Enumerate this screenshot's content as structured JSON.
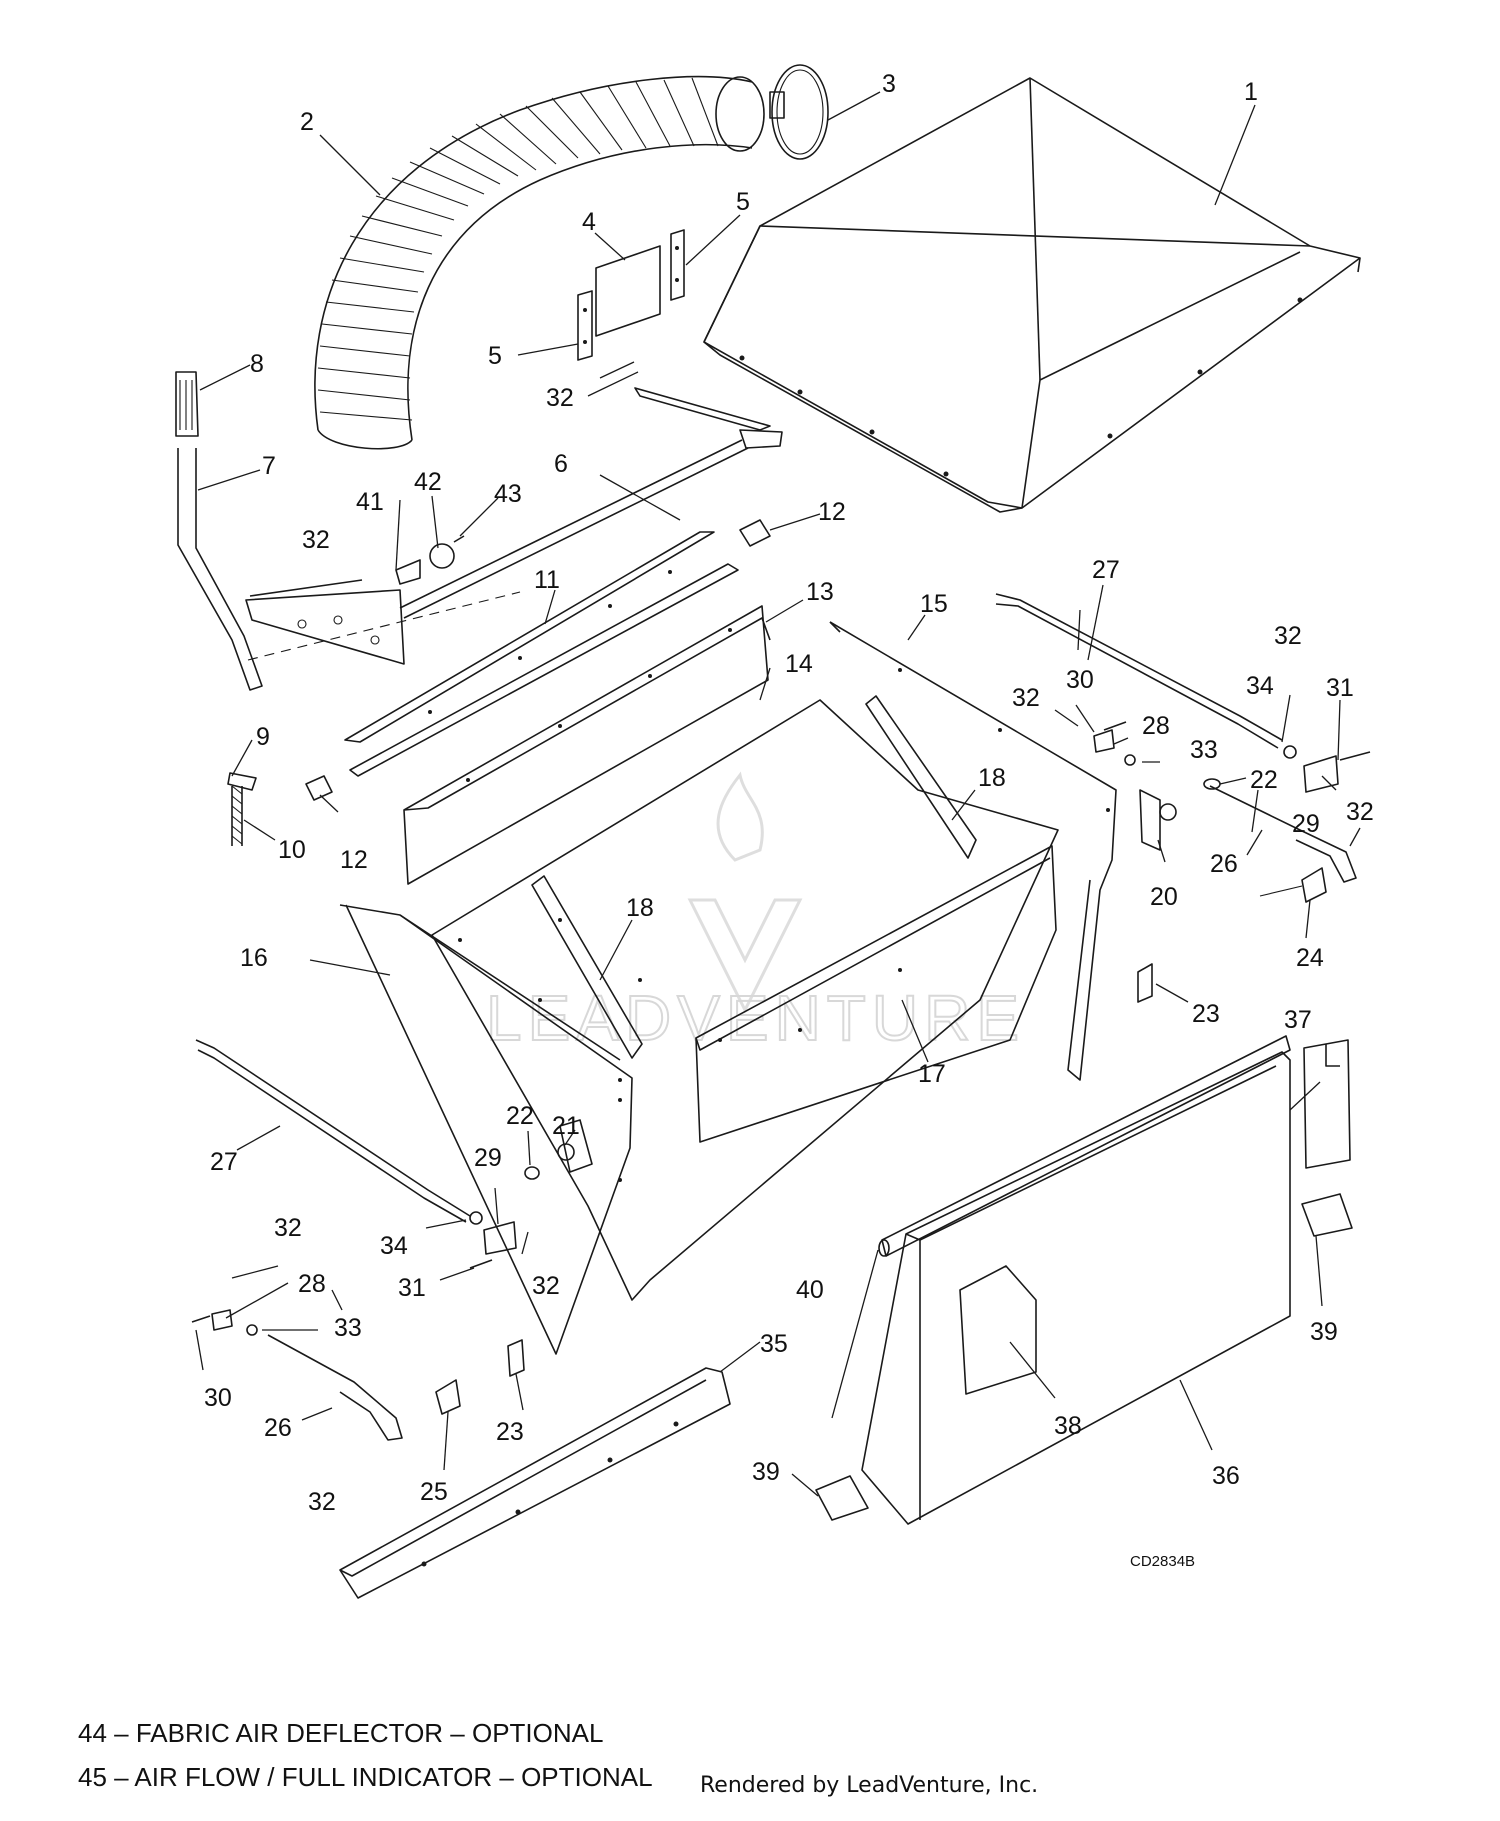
{
  "diagram": {
    "code": "CD2834B",
    "watermark": "LEADVENTURE",
    "callouts": [
      {
        "id": "c1",
        "label": "1"
      },
      {
        "id": "c2",
        "label": "2"
      },
      {
        "id": "c3",
        "label": "3"
      },
      {
        "id": "c4",
        "label": "4"
      },
      {
        "id": "c5a",
        "label": "5"
      },
      {
        "id": "c5b",
        "label": "5"
      },
      {
        "id": "c6",
        "label": "6"
      },
      {
        "id": "c7",
        "label": "7"
      },
      {
        "id": "c8",
        "label": "8"
      },
      {
        "id": "c9",
        "label": "9"
      },
      {
        "id": "c10",
        "label": "10"
      },
      {
        "id": "c11",
        "label": "11"
      },
      {
        "id": "c12a",
        "label": "12"
      },
      {
        "id": "c12b",
        "label": "12"
      },
      {
        "id": "c13",
        "label": "13"
      },
      {
        "id": "c14",
        "label": "14"
      },
      {
        "id": "c15",
        "label": "15"
      },
      {
        "id": "c16",
        "label": "16"
      },
      {
        "id": "c17",
        "label": "17"
      },
      {
        "id": "c18a",
        "label": "18"
      },
      {
        "id": "c18b",
        "label": "18"
      },
      {
        "id": "c20",
        "label": "20"
      },
      {
        "id": "c21",
        "label": "21"
      },
      {
        "id": "c22a",
        "label": "22"
      },
      {
        "id": "c22b",
        "label": "22"
      },
      {
        "id": "c23a",
        "label": "23"
      },
      {
        "id": "c23b",
        "label": "23"
      },
      {
        "id": "c24",
        "label": "24"
      },
      {
        "id": "c25",
        "label": "25"
      },
      {
        "id": "c26a",
        "label": "26"
      },
      {
        "id": "c26b",
        "label": "26"
      },
      {
        "id": "c27a",
        "label": "27"
      },
      {
        "id": "c27b",
        "label": "27"
      },
      {
        "id": "c28a",
        "label": "28"
      },
      {
        "id": "c28b",
        "label": "28"
      },
      {
        "id": "c29a",
        "label": "29"
      },
      {
        "id": "c29b",
        "label": "29"
      },
      {
        "id": "c30a",
        "label": "30"
      },
      {
        "id": "c30b",
        "label": "30"
      },
      {
        "id": "c31a",
        "label": "31"
      },
      {
        "id": "c31b",
        "label": "31"
      },
      {
        "id": "c32a",
        "label": "32"
      },
      {
        "id": "c32b",
        "label": "32"
      },
      {
        "id": "c32c",
        "label": "32"
      },
      {
        "id": "c32d",
        "label": "32"
      },
      {
        "id": "c32e",
        "label": "32"
      },
      {
        "id": "c32f",
        "label": "32"
      },
      {
        "id": "c32g",
        "label": "32"
      },
      {
        "id": "c32h",
        "label": "32"
      },
      {
        "id": "c33a",
        "label": "33"
      },
      {
        "id": "c33b",
        "label": "33"
      },
      {
        "id": "c34a",
        "label": "34"
      },
      {
        "id": "c34b",
        "label": "34"
      },
      {
        "id": "c35",
        "label": "35"
      },
      {
        "id": "c36",
        "label": "36"
      },
      {
        "id": "c37",
        "label": "37"
      },
      {
        "id": "c38",
        "label": "38"
      },
      {
        "id": "c39a",
        "label": "39"
      },
      {
        "id": "c39b",
        "label": "39"
      },
      {
        "id": "c40",
        "label": "40"
      },
      {
        "id": "c41",
        "label": "41"
      },
      {
        "id": "c42",
        "label": "42"
      },
      {
        "id": "c43",
        "label": "43"
      }
    ]
  },
  "notes": [
    "44 – FABRIC AIR DEFLECTOR – OPTIONAL",
    "45 – AIR FLOW / FULL INDICATOR – OPTIONAL"
  ],
  "footer": {
    "rendered_by": "Rendered by LeadVenture, Inc."
  }
}
